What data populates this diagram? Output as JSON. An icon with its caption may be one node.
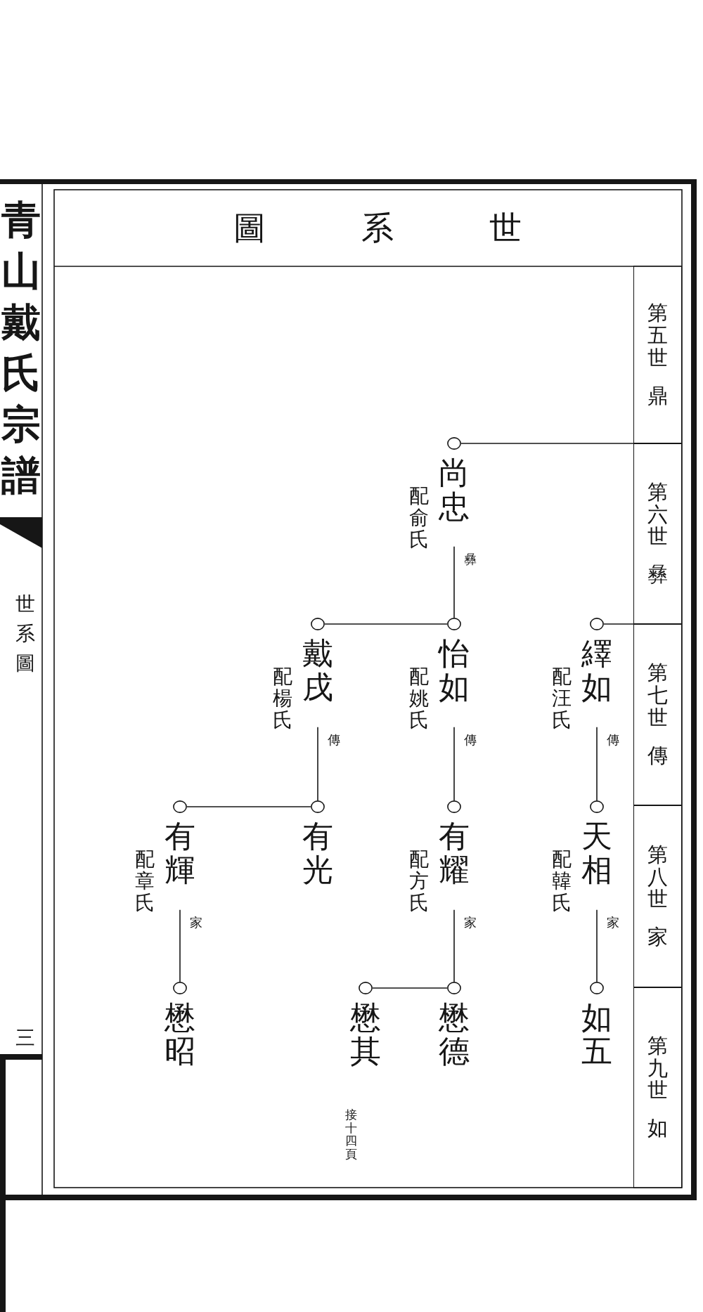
{
  "diagram": {
    "title": "圖系世",
    "nodes": [
      {
        "text": [
          "第五世",
          "鼎"
        ]
      },
      {
        "text": [
          "第六世",
          "彝"
        ]
      },
      {
        "text": [
          "第七世",
          "傳"
        ]
      },
      {
        "text": [
          "第八世",
          "家"
        ]
      },
      {
        "text": [
          "第九世",
          "如"
        ]
      },
      {
        "text": [
          "尚忠"
        ],
        "beside": [
          "配俞氏"
        ]
      },
      {
        "text": [
          "繹如"
        ],
        "beside": [
          "配汪氏"
        ]
      },
      {
        "text": [
          "怡如"
        ],
        "beside": [
          "配姚氏"
        ]
      },
      {
        "text": [
          "戴戌"
        ],
        "beside": [
          "配楊氏"
        ]
      },
      {
        "text": [
          "天相"
        ],
        "beside": [
          "配韓氏"
        ]
      },
      {
        "text": [
          "有耀"
        ],
        "beside": [
          "配方氏"
        ]
      },
      {
        "text": [
          "有光"
        ]
      },
      {
        "text": [
          "有輝"
        ],
        "beside": [
          "配章氏"
        ]
      },
      {
        "text": [
          "如五"
        ]
      },
      {
        "text": [
          "懋德"
        ]
      },
      {
        "text": [
          "懋其"
        ]
      },
      {
        "text": [
          "懋昭"
        ]
      }
    ],
    "edges": [
      {
        "from": 0,
        "to": 5,
        "arrow": "none"
      },
      {
        "from": 1,
        "to": 6,
        "arrow": "none"
      },
      {
        "from": 5,
        "to": 7,
        "arrow": "none",
        "label": "彝"
      },
      {
        "from": 7,
        "to": 8,
        "arrow": "none"
      },
      {
        "from": 6,
        "to": 9,
        "arrow": "none",
        "label": "傳"
      },
      {
        "from": 7,
        "to": 10,
        "arrow": "none",
        "label": "傳"
      },
      {
        "from": 8,
        "to": 11,
        "arrow": "none",
        "label": "傳"
      },
      {
        "from": 11,
        "to": 12,
        "arrow": "none"
      },
      {
        "from": 9,
        "to": 13,
        "arrow": "none",
        "label": "家"
      },
      {
        "from": 10,
        "to": 14,
        "arrow": "none",
        "label": "家"
      },
      {
        "from": 14,
        "to": 15,
        "arrow": "none"
      },
      {
        "from": 12,
        "to": 16,
        "arrow": "none",
        "label": "家"
      }
    ],
    "labels": [
      "青山戴氏宗譜",
      "世系圖",
      "三",
      "接十四頁"
    ]
  }
}
